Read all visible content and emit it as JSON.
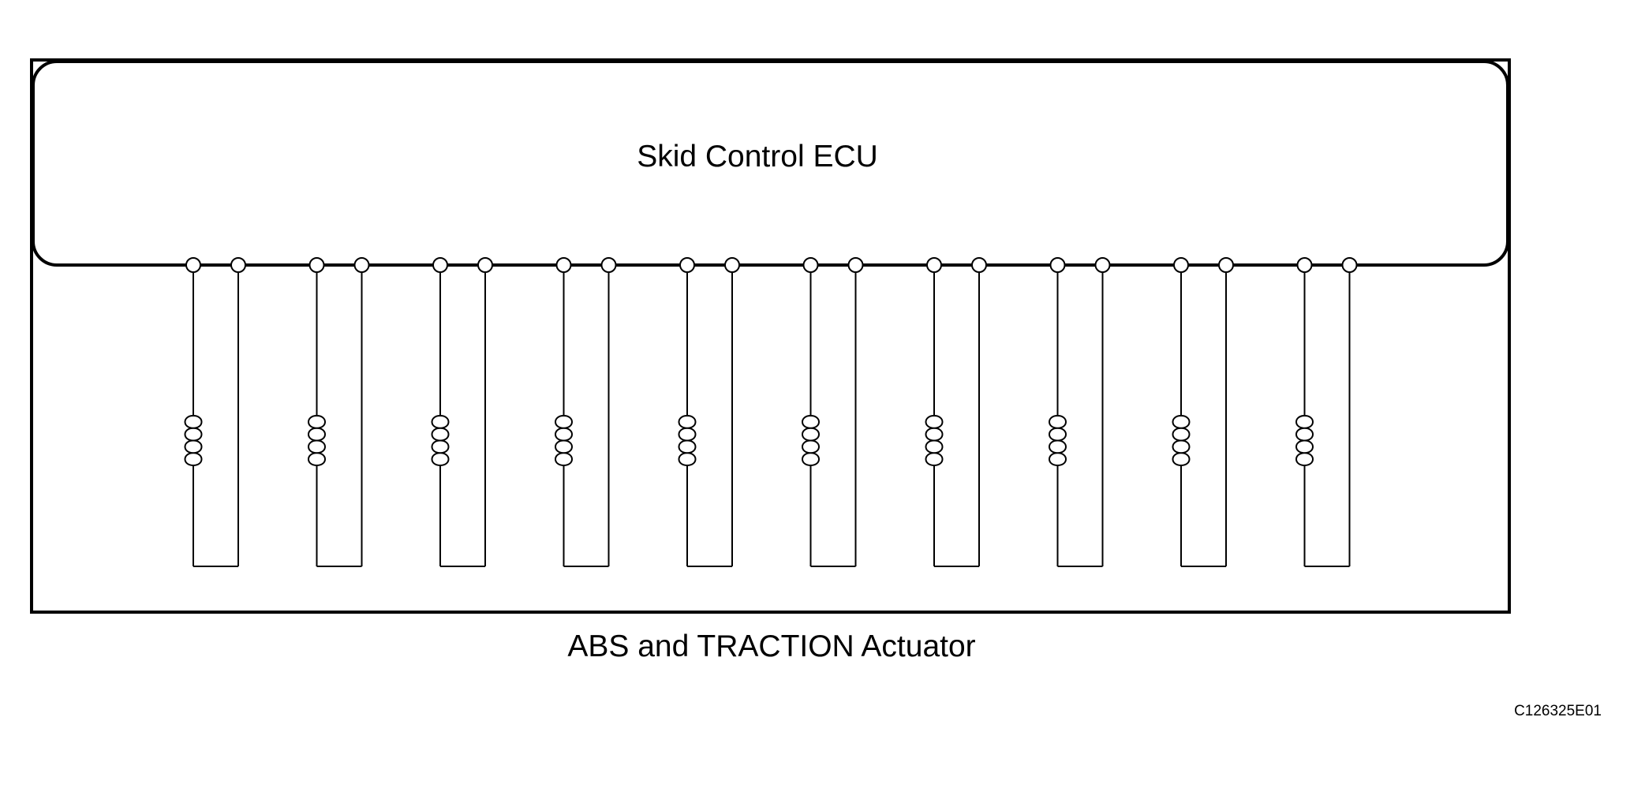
{
  "diagram": {
    "ecu_label": "Skid Control ECU",
    "actuator_label": "ABS and TRACTION Actuator",
    "figure_code": "C126325E01"
  },
  "solenoid_count": 10,
  "colors": {
    "line": "#000000",
    "background": "#ffffff"
  }
}
